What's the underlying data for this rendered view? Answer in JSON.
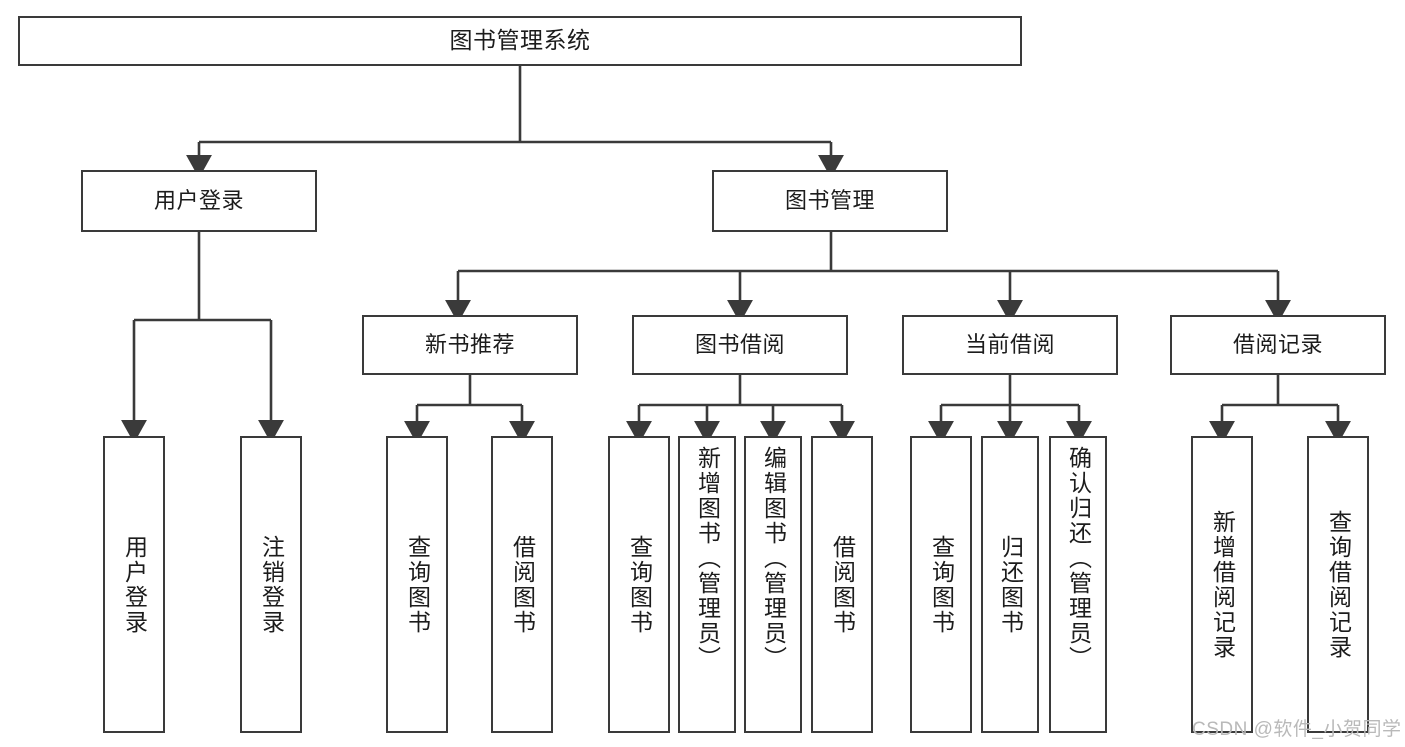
{
  "diagram": {
    "title": "图书管理系统",
    "type": "tree-hierarchy",
    "root": {
      "label": "图书管理系统"
    },
    "level2": [
      {
        "label": "用户登录"
      },
      {
        "label": "图书管理"
      }
    ],
    "level3": [
      {
        "label": "新书推荐"
      },
      {
        "label": "图书借阅"
      },
      {
        "label": "当前借阅"
      },
      {
        "label": "借阅记录"
      }
    ],
    "leaves": {
      "user_login": [
        {
          "label": "用户登录"
        },
        {
          "label": "注销登录"
        }
      ],
      "new_book": [
        {
          "label": "查询图书"
        },
        {
          "label": "借阅图书"
        }
      ],
      "book_borrow": [
        {
          "label": "查询图书"
        },
        {
          "label": "新增图书（管理员）"
        },
        {
          "label": "编辑图书（管理员）"
        },
        {
          "label": "借阅图书"
        }
      ],
      "current_borrow": [
        {
          "label": "查询图书"
        },
        {
          "label": "归还图书"
        },
        {
          "label": "确认归还（管理员）"
        }
      ],
      "borrow_record": [
        {
          "label": "新增借阅记录"
        },
        {
          "label": "查询借阅记录"
        }
      ]
    }
  },
  "watermark": {
    "text": "CSDN @软件_小贺同学"
  },
  "colors": {
    "stroke": "#3a3a3a",
    "box_fill": "#ffffff",
    "text": "#1c1c1c",
    "watermark": "#b9b9b9"
  }
}
